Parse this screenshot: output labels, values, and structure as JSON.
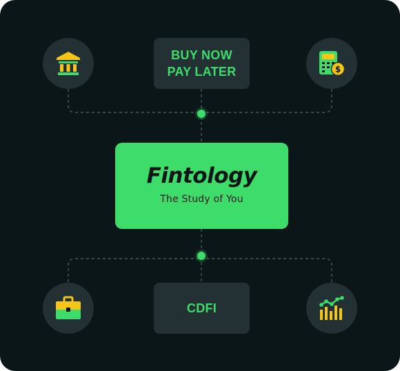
{
  "center": {
    "brand": "Fintology",
    "tagline": "The Study of You"
  },
  "top_pill": {
    "line1": "BUY NOW",
    "line2": "PAY LATER"
  },
  "bottom_pill": {
    "label": "CDFI"
  },
  "icons": {
    "top_left": "bank-icon",
    "top_right": "payment-terminal-icon",
    "bottom_left": "briefcase-icon",
    "bottom_right": "bar-chart-icon"
  },
  "colors": {
    "background": "#0b1619",
    "tile": "#233034",
    "accent": "#3ddc6b",
    "icon_yellow": "#f5c518",
    "connector": "#4a5a5e"
  }
}
